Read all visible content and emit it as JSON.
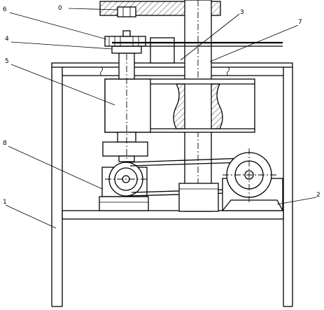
{
  "labels": {
    "l0": "0",
    "l1": "1",
    "l2": "2",
    "l3": "3",
    "l4": "4",
    "l5": "5",
    "l6": "6",
    "l7": "7",
    "l8": "8"
  }
}
